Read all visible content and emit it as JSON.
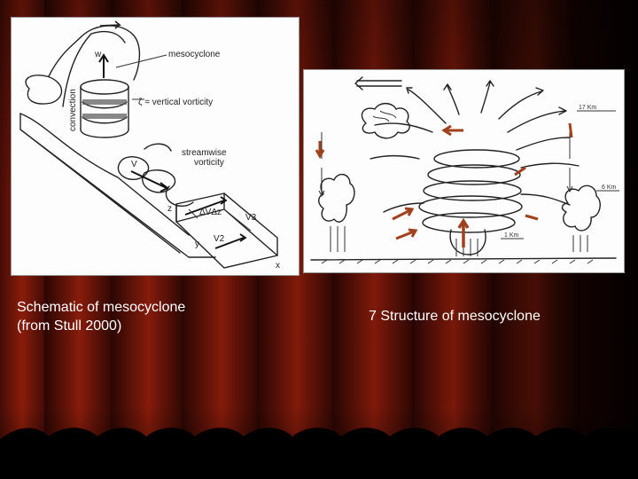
{
  "left_figure": {
    "labels": {
      "w": "w",
      "mesocyclone": "mesocyclone",
      "convection": "convection",
      "zeta": "ζ = vertical vorticity",
      "streamwise_1": "streamwise",
      "streamwise_2": "vorticity",
      "v": "V",
      "z": "z",
      "y": "y",
      "x": "x",
      "delta": "ΔVΔz",
      "v3": "V3",
      "v2": "V2"
    },
    "caption_line1": "Schematic of mesocyclone",
    "caption_line2": "(from Stull 2000)"
  },
  "right_figure": {
    "labels": {
      "km17": "17 Km",
      "km6": "6 Km",
      "km1": "1 Km"
    },
    "caption": "7 Structure of mesocyclone"
  },
  "colors": {
    "curtain_dark": "#1a0502",
    "curtain_red": "#8a1c0b",
    "caption_text": "#ffffff",
    "arrow_brown": "#a0401c"
  }
}
